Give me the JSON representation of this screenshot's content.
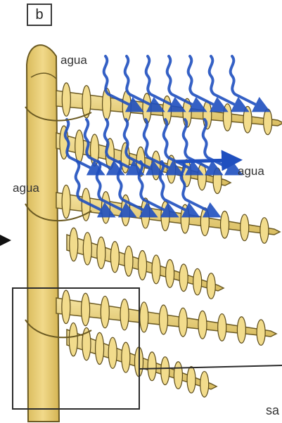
{
  "panel_label": "b",
  "labels": {
    "water_top": "agua",
    "water_left": "agua",
    "water_right": "agua",
    "cut_text": "sa"
  },
  "colors": {
    "background": "#ffffff",
    "stem": "#e8cf7a",
    "lamella": "#f2dc8c",
    "outline": "#5a4a1a",
    "water_arrow": "#1f4fbf",
    "frame": "#2b2b2b"
  }
}
